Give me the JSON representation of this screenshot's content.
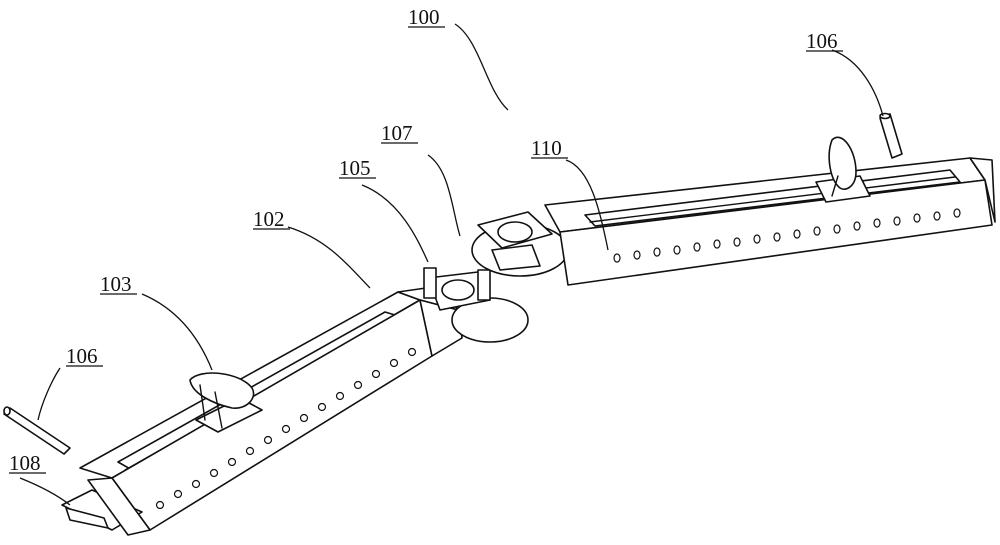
{
  "labels": {
    "l100": "100",
    "l106_right": "106",
    "l107": "107",
    "l110": "110",
    "l105": "105",
    "l102": "102",
    "l103": "103",
    "l106_left": "106",
    "l108": "108"
  },
  "colors": {
    "ink": "#111111",
    "paper": "#ffffff"
  }
}
